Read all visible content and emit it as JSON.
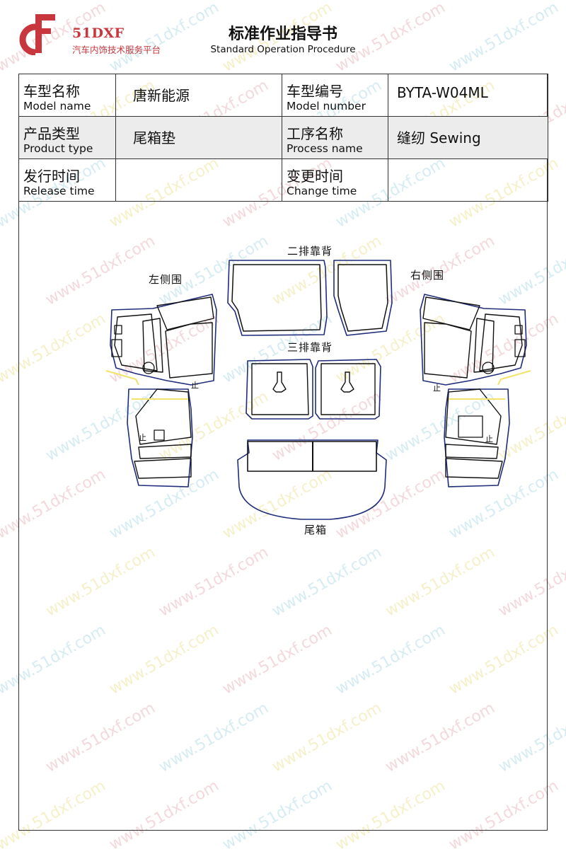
{
  "header": {
    "brand": "51DXF",
    "brand_subtitle": "汽车内饰技术服务平台",
    "title": "标准作业指导书",
    "subtitle": "Standard Operation Procedure"
  },
  "info_table": {
    "model_name_zh": "车型名称",
    "model_name_en": "Model name",
    "model_name_value": "唐新能源",
    "model_number_zh": "车型编号",
    "model_number_en": "Model number",
    "model_number_value": "BYTA-W04ML",
    "product_type_zh": "产品类型",
    "product_type_en": "Product type",
    "product_type_value": "尾箱垫",
    "process_name_zh": "工序名称",
    "process_name_en": "Process name",
    "process_name_value": "缝纫 Sewing",
    "release_time_zh": "发行时间",
    "release_time_en": "Release time",
    "release_time_value": "",
    "change_time_zh": "变更时间",
    "change_time_en": "Change time",
    "change_time_value": ""
  },
  "drawing": {
    "labels": {
      "second_row_back": "二排靠背",
      "left_side": "左侧围",
      "right_side": "右侧围",
      "third_row_back": "三排靠背",
      "trunk": "尾箱"
    },
    "stop_mark": "止",
    "outline_color": "#1f2d7a",
    "line_color": "#111111",
    "highlight_color": "#f2e36b"
  },
  "watermark": {
    "text": "www.51dxf.com",
    "color_a": "#f3d9dc",
    "color_b": "#d6ecf3",
    "color_c": "#f5f0c9"
  },
  "brand_color": "#c8373e"
}
